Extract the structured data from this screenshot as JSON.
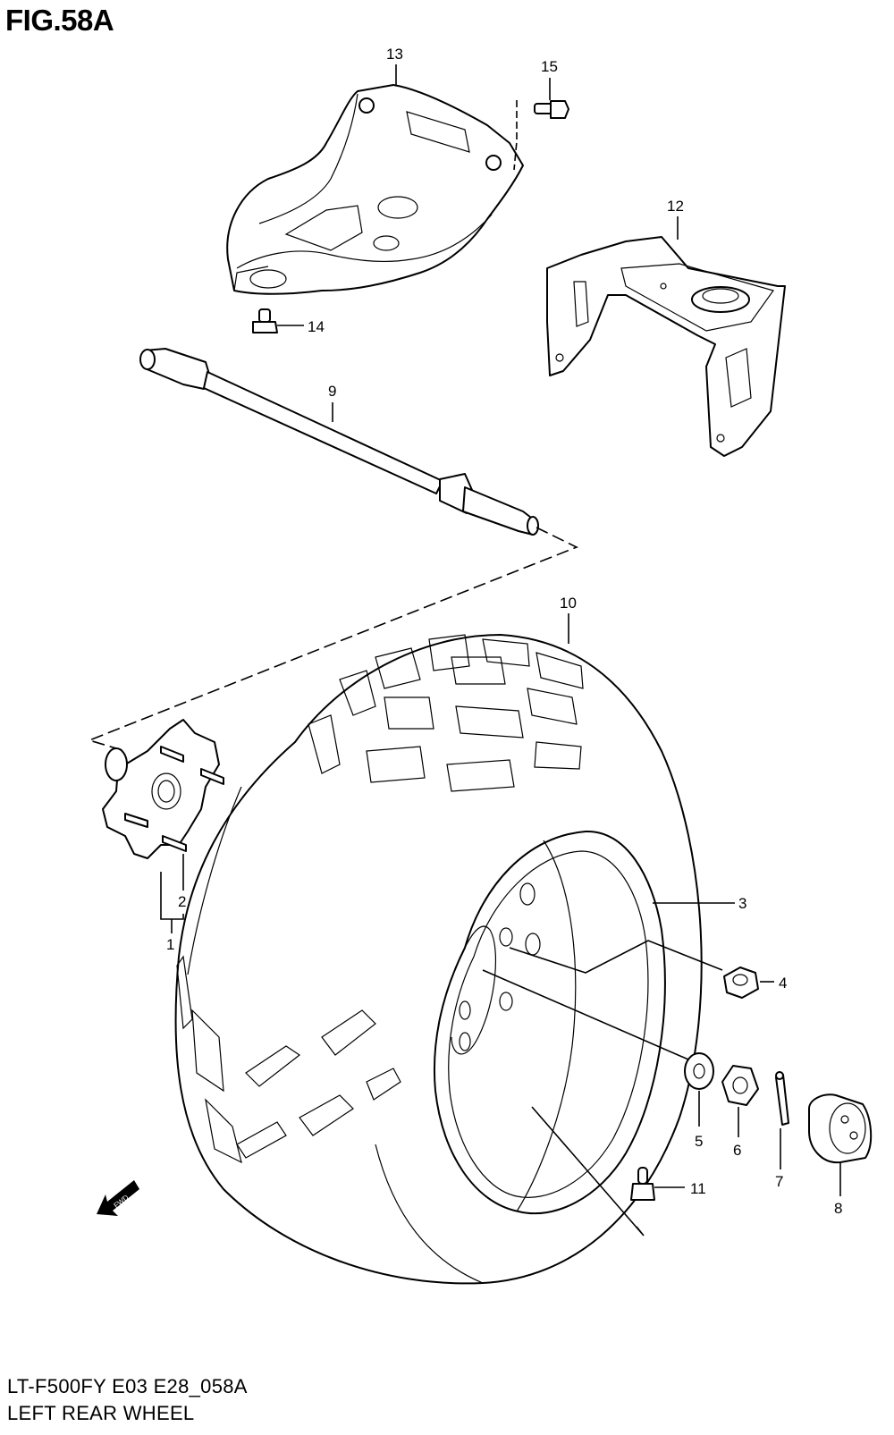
{
  "figure": {
    "title": "FIG.58A",
    "code": "LT-F500FY E03 E28_058A",
    "name": "LEFT REAR WHEEL"
  },
  "callouts": {
    "c1": "1",
    "c2": "2",
    "c3": "3",
    "c4": "4",
    "c5": "5",
    "c6": "6",
    "c7": "7",
    "c8": "8",
    "c9": "9",
    "c10": "10",
    "c11": "11",
    "c12": "12",
    "c13": "13",
    "c14": "14",
    "c15": "15"
  },
  "direction_badge": "FWD"
}
